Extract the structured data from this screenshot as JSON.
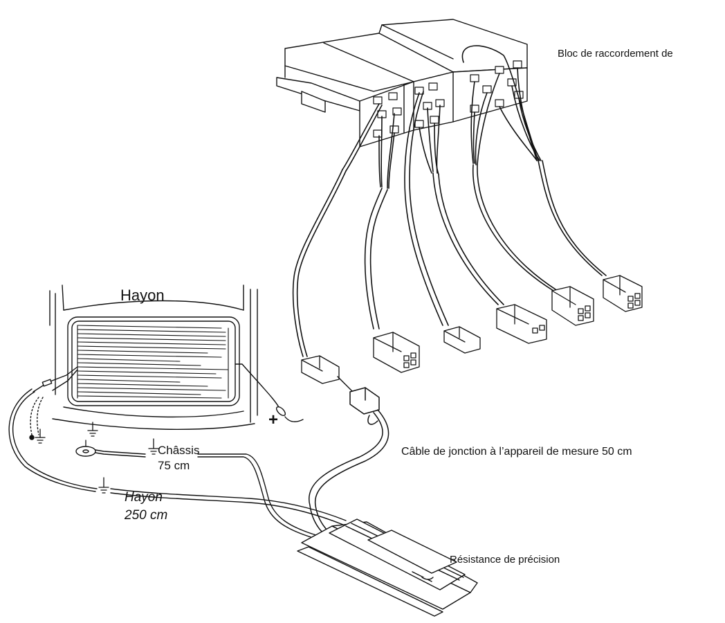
{
  "labels": {
    "connector_block": "Bloc de raccordement de",
    "tailgate": "Hayon",
    "chassis": "Châssis",
    "chassis_len": "75 cm",
    "tailgate_cable": "Hayon",
    "tailgate_cable_len": "250 cm",
    "junction_cable": "Câble de jonction à l’appareil de mesure 50 cm",
    "precision_resistor": "Résistance de précision",
    "plus_sign": "+"
  },
  "colors": {
    "line": "#111111",
    "background": "#ffffff"
  }
}
